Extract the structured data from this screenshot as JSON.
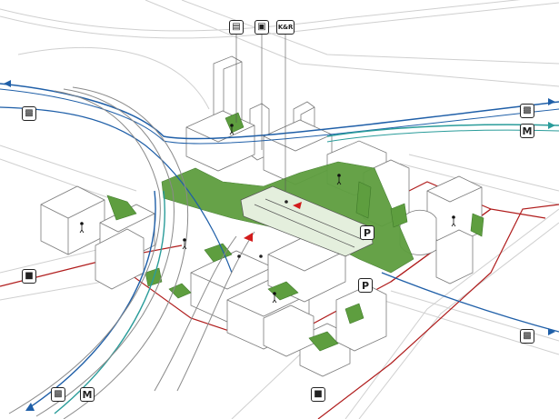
{
  "labels": {
    "metro": "M",
    "parking": "P",
    "kiss_and_ride": "K&R"
  },
  "icons": {
    "bus": "bus-icon",
    "tram": "tram-icon",
    "train": "train-icon",
    "car": "car-icon",
    "pedestrian": "pedestrian-icon"
  },
  "colors": {
    "green_space": "#5e9e3f",
    "rail_blue": "#1f5fa8",
    "rail_teal": "#2a9c9a",
    "road_red": "#b01c1c",
    "building_line": "#6b6b6b"
  }
}
